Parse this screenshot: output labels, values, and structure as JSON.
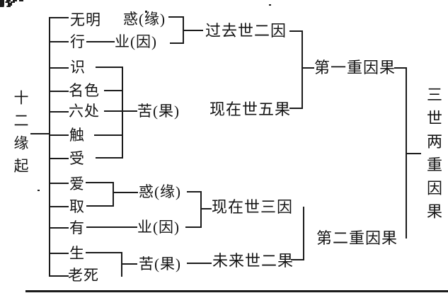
{
  "diagram": {
    "root_label": "十二缘起",
    "links": [
      "无明",
      "行",
      "识",
      "名色",
      "六处",
      "触",
      "受",
      "爱",
      "取",
      "有",
      "生",
      "老死"
    ],
    "mid": {
      "huo1": "惑(缘)",
      "ye1": "业(因)",
      "ku1": "苦(果)",
      "huo2": "惑(缘)",
      "ye2": "业(因)",
      "ku2": "苦(果)"
    },
    "stages": {
      "past_two_causes": "过去世二因",
      "present_five_effects": "现在世五果",
      "first_layer": "第一重因果",
      "present_three_causes": "现在世三因",
      "future_two_effects": "未来世二果",
      "second_layer": "第二重因果"
    },
    "final_label": "三世两重因果",
    "colors": {
      "ink": "#1b1b1b",
      "background": "#ffffff"
    }
  }
}
